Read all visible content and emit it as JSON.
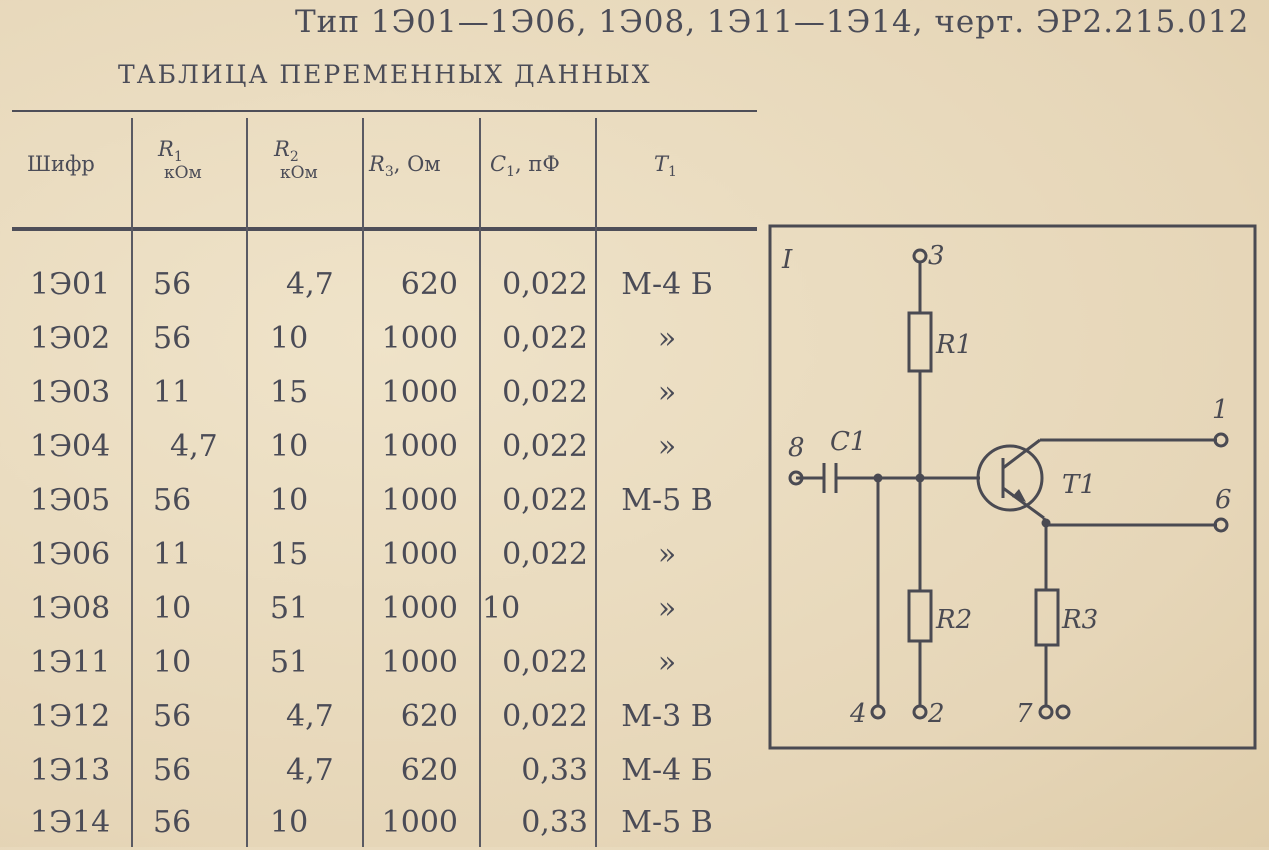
{
  "header": {
    "title": "Тип 1Э01—1Э06, 1Э08, 1Э11—1Э14, черт. ЭР2.215.012",
    "table_title": "ТАБЛИЦА ПЕРЕМЕННЫХ ДАННЫХ"
  },
  "table": {
    "columns": [
      {
        "label": "Шифр",
        "unit": ""
      },
      {
        "label": "R",
        "sub": "1",
        "unit": "кОм"
      },
      {
        "label": "R",
        "sub": "2",
        "unit": "кОм"
      },
      {
        "label": "R",
        "sub": "3",
        "unit": ", Ом"
      },
      {
        "label": "C",
        "sub": "1",
        "unit": ", пФ"
      },
      {
        "label": "T",
        "sub": "1",
        "unit": ""
      }
    ],
    "rows": [
      [
        "1Э01",
        "56",
        "4,7",
        "620",
        "0,022",
        "М-4 Б"
      ],
      [
        "1Э02",
        "56",
        "10",
        "1000",
        "0,022",
        "»"
      ],
      [
        "1Э03",
        "11",
        "15",
        "1000",
        "0,022",
        "»"
      ],
      [
        "1Э04",
        "4,7",
        "10",
        "1000",
        "0,022",
        "»"
      ],
      [
        "1Э05",
        "56",
        "10",
        "1000",
        "0,022",
        "М-5 В"
      ],
      [
        "1Э06",
        "11",
        "15",
        "1000",
        "0,022",
        "»"
      ],
      [
        "1Э08",
        "10",
        "51",
        "1000",
        "10",
        "»"
      ],
      [
        "1Э11",
        "10",
        "51",
        "1000",
        "0,022",
        "»"
      ],
      [
        "1Э12",
        "56",
        "4,7",
        "620",
        "0,022",
        "М-3 В"
      ],
      [
        "1Э13",
        "56",
        "4,7",
        "620",
        "0,33",
        "М-4 Б"
      ],
      [
        "1Э14",
        "56",
        "10",
        "1000",
        "0,33",
        "М-5 В"
      ]
    ]
  },
  "schematic": {
    "frame_label": "I",
    "pins": {
      "p1": "1",
      "p2": "2",
      "p3": "3",
      "p4": "4",
      "p6": "6",
      "p7": "7",
      "p8": "8"
    },
    "components": {
      "r1": "R1",
      "r2": "R2",
      "r3": "R3",
      "c1": "C1",
      "t1": "T1"
    }
  }
}
